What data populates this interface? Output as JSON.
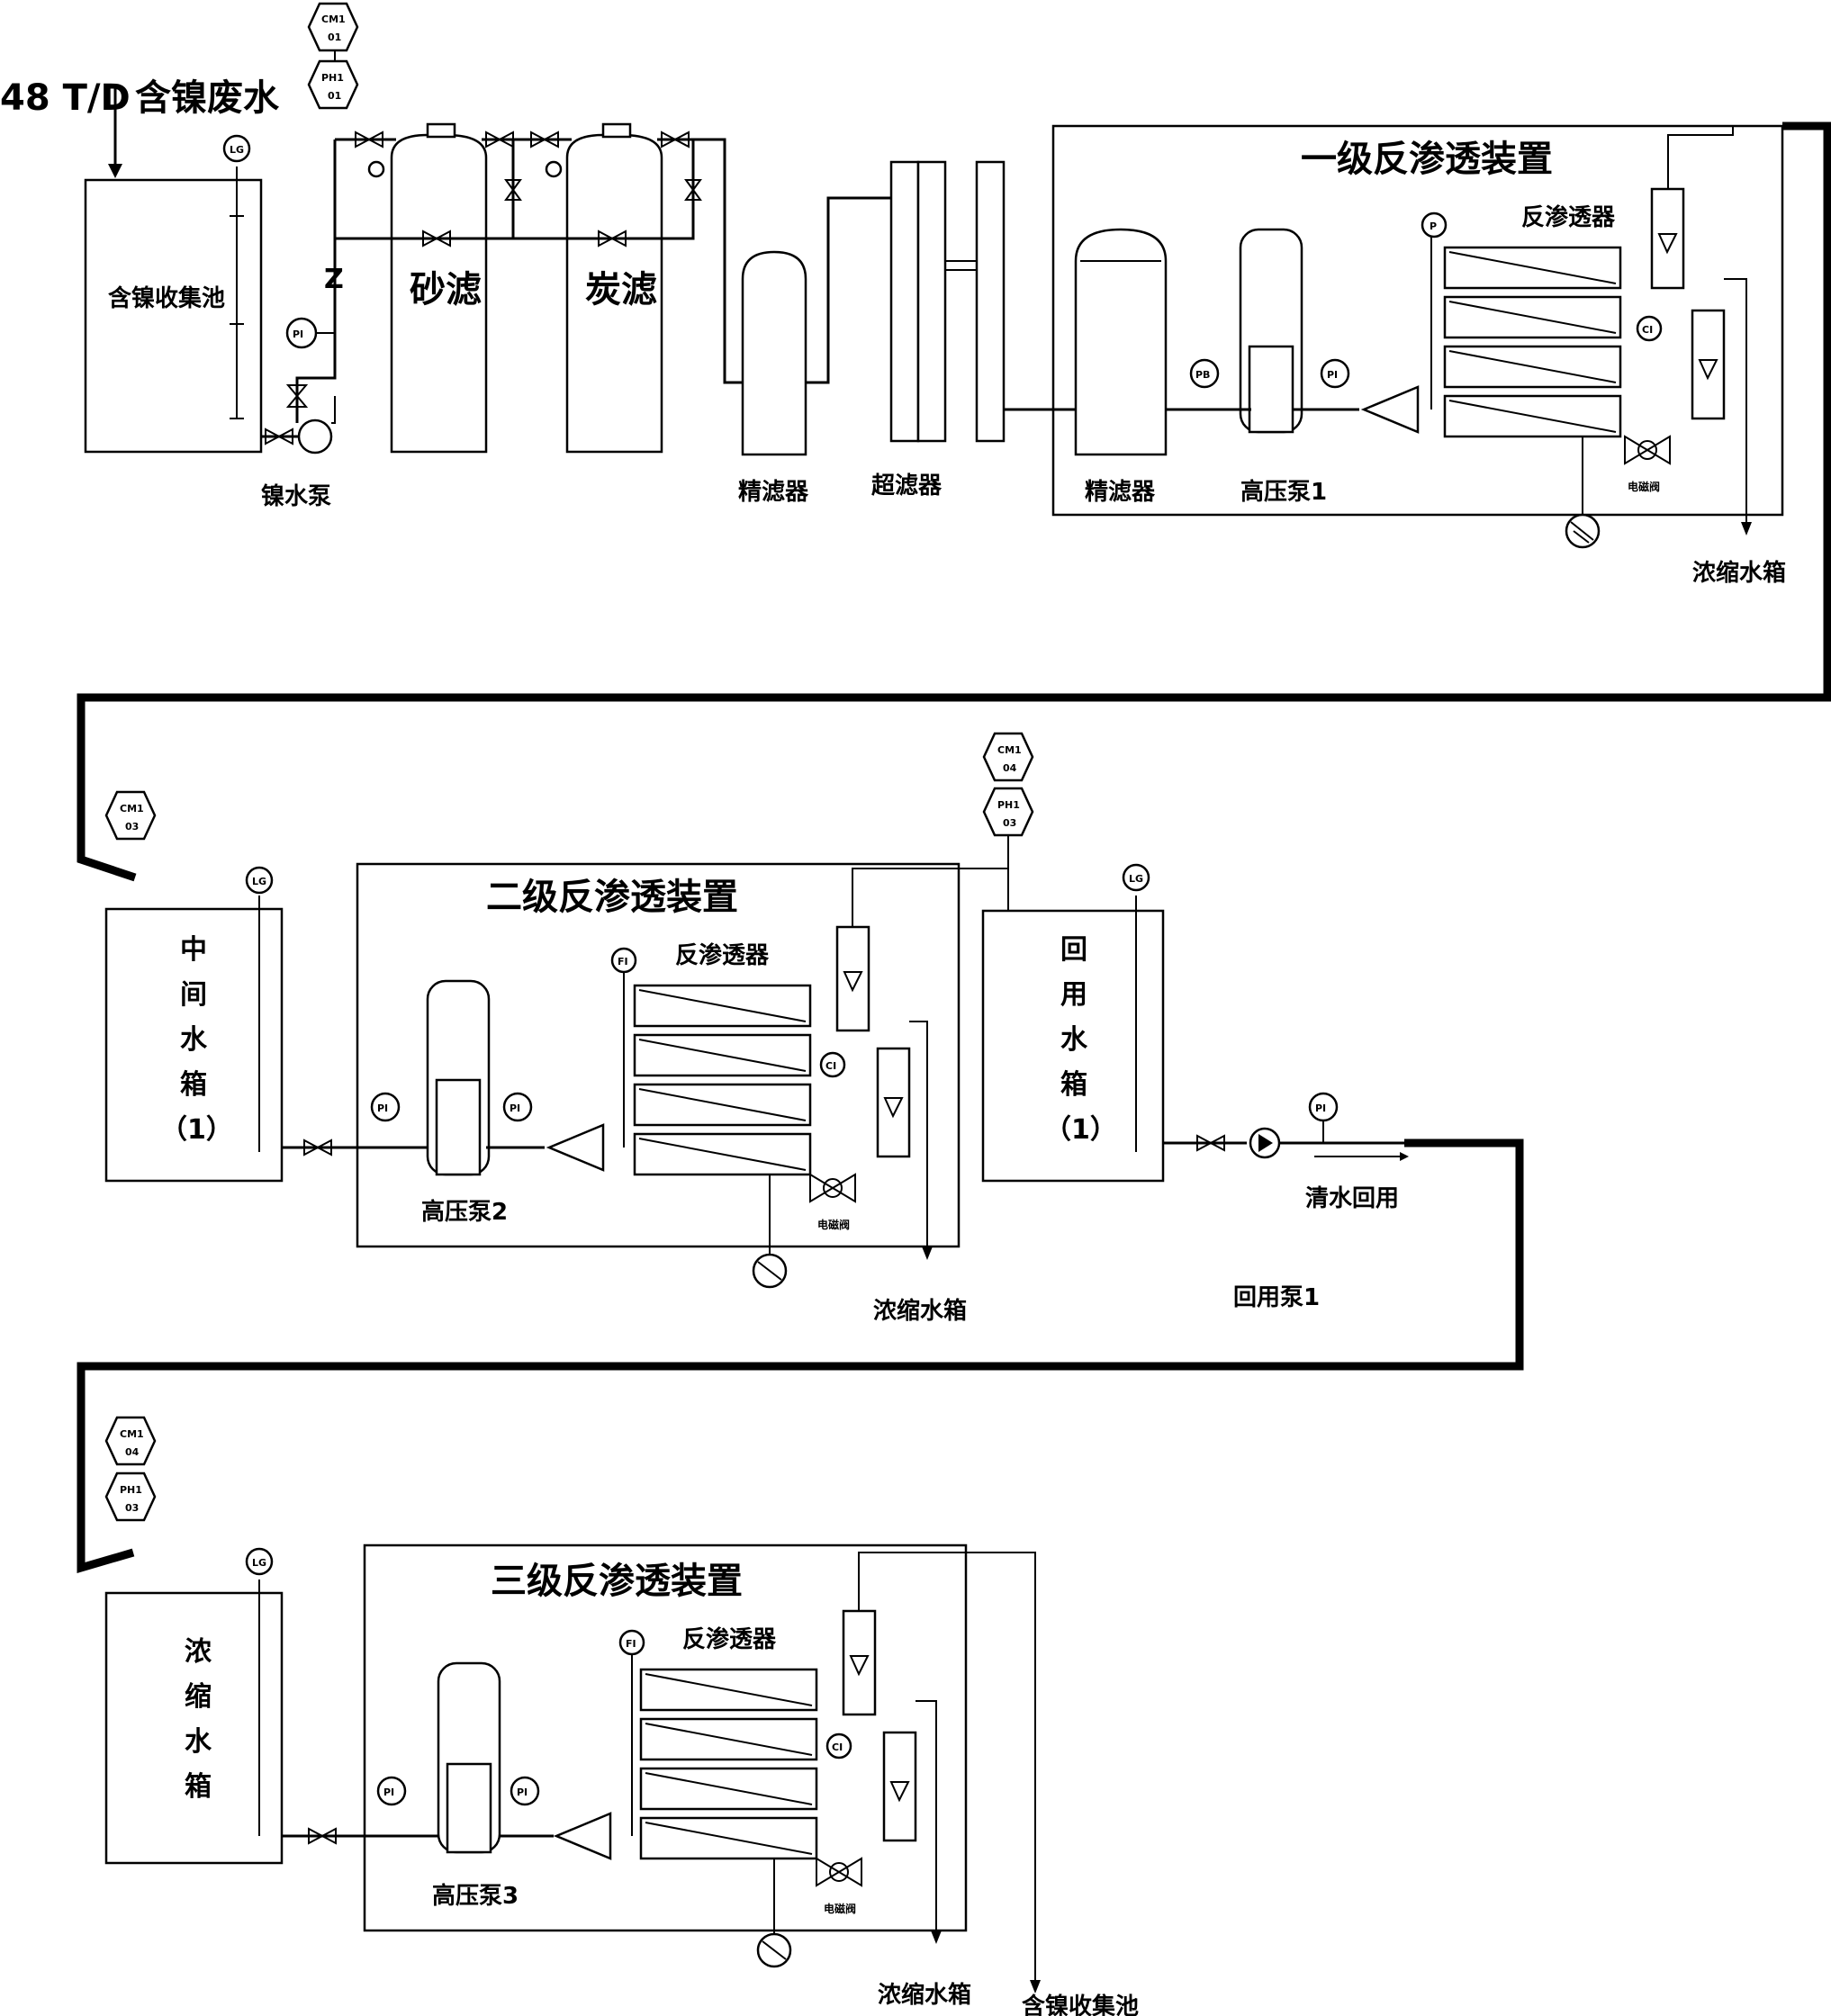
{
  "labels": {
    "flow_rate": "48 T/D",
    "inlet": "含镍废水",
    "collect_tank": "含镍收集池",
    "nickel_pump": "镍水泵",
    "sand_filter": "砂滤",
    "carbon_filter": "炭滤",
    "precision_filter": "精滤器",
    "ultrafilter": "超滤器",
    "ro1_title": "一级反渗透装置",
    "ro_membrane": "反渗透器",
    "hp_pump1": "高压泵1",
    "concentrate_tank": "浓缩水箱",
    "mid_tank_chars": [
      "中",
      "间",
      "水",
      "箱",
      "（1）"
    ],
    "ro2_title": "二级反渗透装置",
    "hp_pump2": "高压泵2",
    "reuse_tank_chars": [
      "回",
      "用",
      "水",
      "箱",
      "（1）"
    ],
    "clean_reuse": "清水回用",
    "reuse_pump": "回用泵1",
    "conc_tank_chars": [
      "浓",
      "缩",
      "水",
      "箱"
    ],
    "ro3_title": "三级反渗透装置",
    "hp_pump3": "高压泵3",
    "collect_pool_return": "含镍收集池",
    "solenoid_valve": "电磁阀"
  },
  "instruments": {
    "cm1_01": [
      "CM1",
      "01"
    ],
    "ph1_01": [
      "PH1",
      "01"
    ],
    "cm1_03": [
      "CM1",
      "03"
    ],
    "cm1_04": [
      "CM1",
      "04"
    ],
    "ph1_03": [
      "PH1",
      "03"
    ],
    "level": "LG",
    "pressure": "PI",
    "pressure_p": "P",
    "pressure_pb": "PB",
    "flow": "FI",
    "conductivity": "CI"
  }
}
